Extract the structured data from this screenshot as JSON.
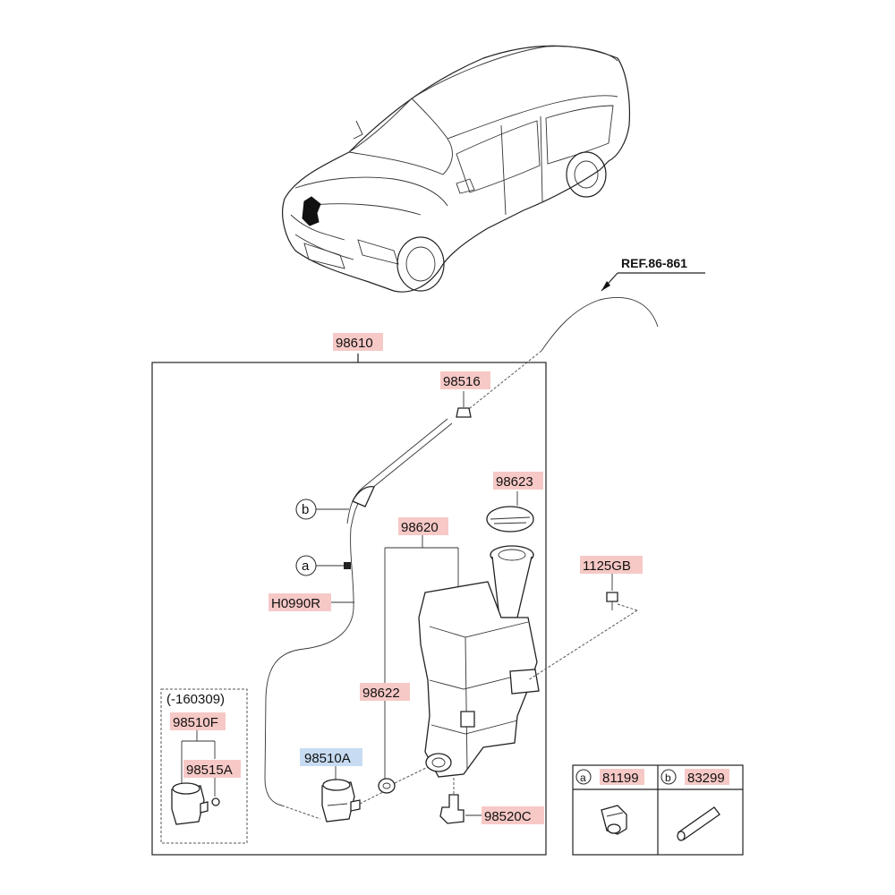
{
  "labels": {
    "ref": "REF.86-861",
    "assembly": "98610",
    "nozzle_hose_joint": "98516",
    "cap": "98623",
    "reservoir": "98620",
    "bolt": "1125GB",
    "hose": "H0990R",
    "strainer": "98622",
    "pump_a": "98510A",
    "level_sensor": "98520C",
    "pump_f": "98510F",
    "grommet": "98515A",
    "date_note": "(-160309)",
    "callout_a": "a",
    "callout_b": "b"
  },
  "legend": {
    "a_letter": "a",
    "a_code": "81199",
    "b_letter": "b",
    "b_code": "83299"
  }
}
